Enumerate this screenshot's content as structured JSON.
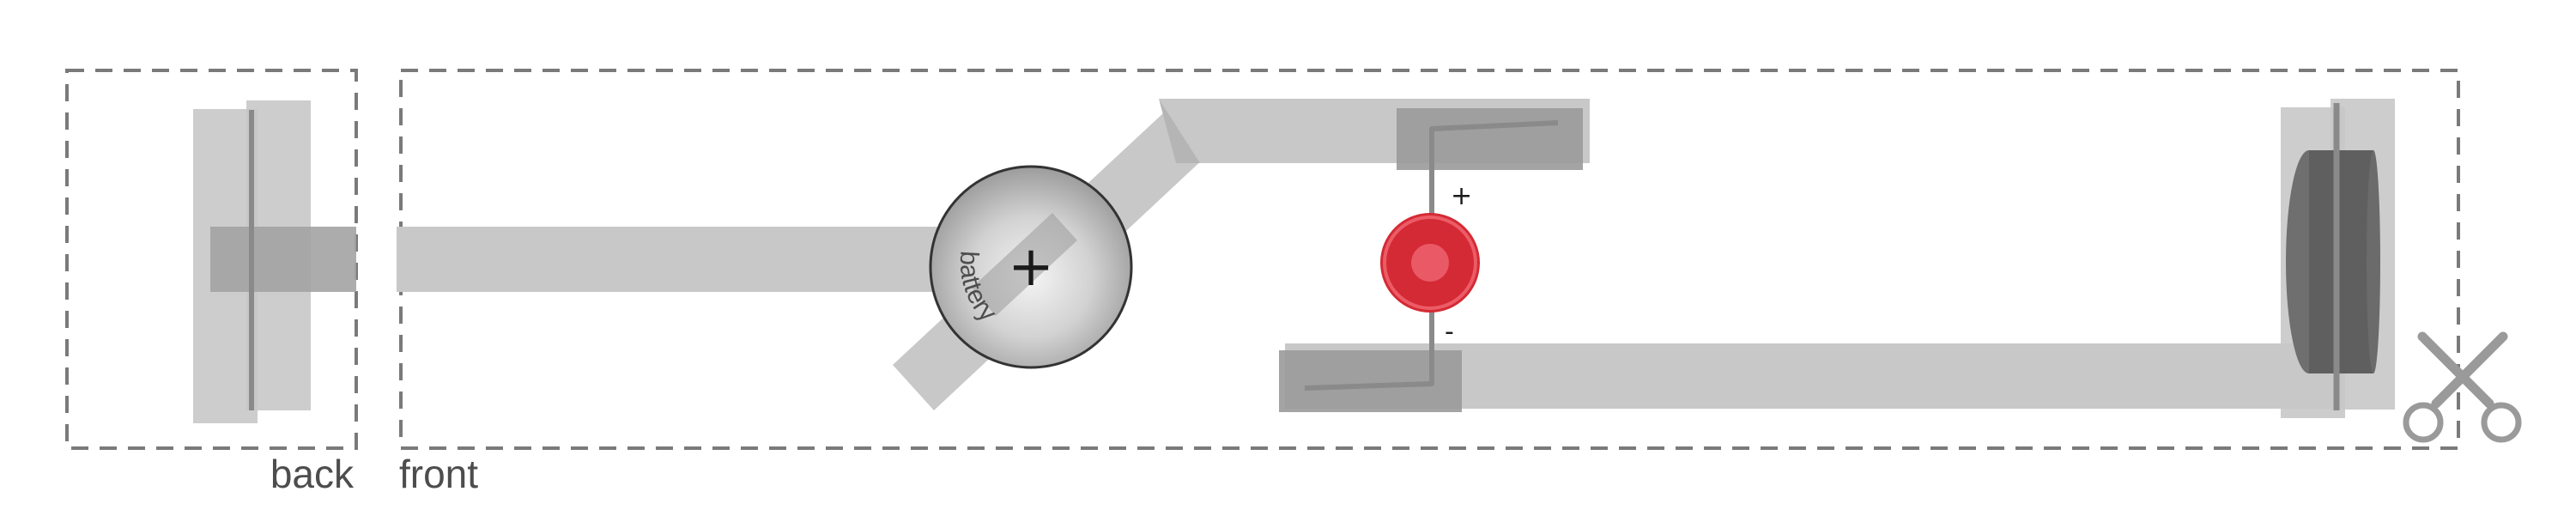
{
  "labels": {
    "back": "back",
    "front": "front",
    "battery": "battery",
    "battery_sign": "+",
    "led_plus": "+",
    "led_minus": "-"
  },
  "colors": {
    "background": "#ffffff",
    "cut_line": "#7a7a7a",
    "tape": "#c8c8c8",
    "tape_dark": "#9a9a9a",
    "wire": "#8a8a8a",
    "led_red": "#d42a35",
    "led_highlight": "#ea5a66",
    "battery_outline": "#333333",
    "clip": "#5f5f5f",
    "scissors": "#9a9a9a"
  },
  "icons": [
    "scissors-icon",
    "battery-icon",
    "led-icon",
    "binder-clip-icon"
  ]
}
